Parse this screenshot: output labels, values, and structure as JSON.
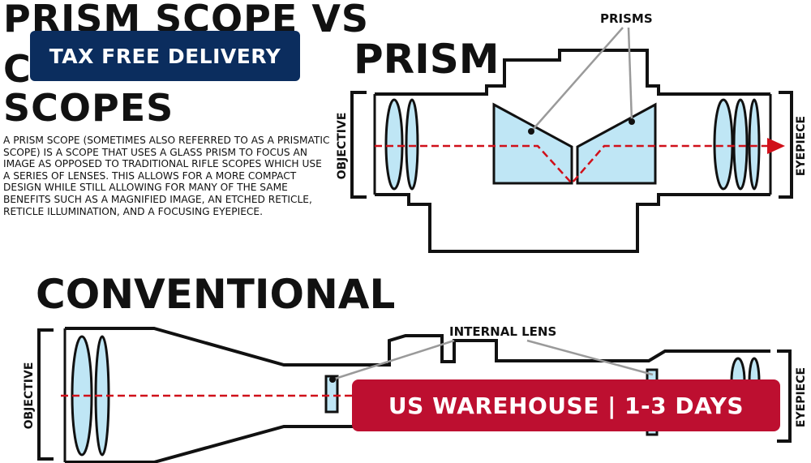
{
  "heading": {
    "line1": "PRISM SCOPE VS",
    "line2": "C",
    "line3": "SCOPES"
  },
  "description": "A PRISM SCOPE (SOMETIMES ALSO REFERRED TO AS A PRISMATIC SCOPE) IS A SCOPE THAT USES A GLASS PRISM TO FOCUS AN IMAGE AS OPPOSED TO TRADITIONAL RIFLE SCOPES WHICH USE A SERIES OF LENSES.  THIS ALLOWS FOR A MORE COMPACT DESIGN WHILE STILL ALLOWING FOR MANY OF THE SAME BENEFITS SUCH AS A MAGNIFIED IMAGE, AN ETCHED RETICLE, RETICLE ILLUMINATION, AND A FOCUSING EYEPIECE.",
  "badges": {
    "top": "TAX FREE DELIVERY",
    "bottom": "US WAREHOUSE | 1-3 DAYS"
  },
  "prism_diagram": {
    "title": "PRISM",
    "callout": "PRISMS",
    "left_label": "OBJECTIVE",
    "right_label": "EYEPIECE"
  },
  "conventional_diagram": {
    "title": "CONVENTIONAL",
    "callout": "INTERNAL LENS",
    "left_label": "OBJECTIVE",
    "right_label": "EYEPIECE"
  },
  "colors": {
    "lens_fill": "#bfe6f5",
    "outline": "#111111",
    "ray": "#d0101a",
    "callout_line": "#9a9a9a",
    "badge_top": "#0b2d5e",
    "badge_bottom": "#bd0f30"
  }
}
